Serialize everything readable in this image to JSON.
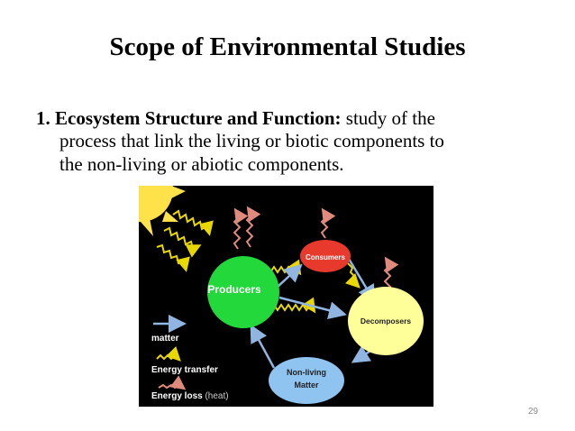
{
  "slide": {
    "title": "Scope of Environmental Studies",
    "point_lead": "1. Ecosystem Structure and Function:",
    "point_text": " study of the",
    "point_line2": "process that link the living or biotic components to",
    "point_line3": "the non-living or abiotic components.",
    "page_number": "29"
  },
  "diagram": {
    "nodes": {
      "producers": "Producers",
      "consumers": "Consumers",
      "decomposers": "Decomposers",
      "nonliving_line1": "Non-living",
      "nonliving_line2": "Matter"
    },
    "legend": {
      "matter": "matter",
      "energy_transfer": "Energy transfer",
      "energy_loss": "Energy loss",
      "energy_loss_suffix": " (heat)"
    },
    "colors": {
      "background": "#000000",
      "sun": "#ffe14a",
      "producers": "#22d83a",
      "consumers": "#e8392d",
      "decomposers": "#ffff99",
      "nonliving": "#8fc3f0",
      "matter_arrow": "#8fb5e0",
      "energy_transfer": "#e8d800",
      "energy_loss": "#e08a7e"
    }
  }
}
